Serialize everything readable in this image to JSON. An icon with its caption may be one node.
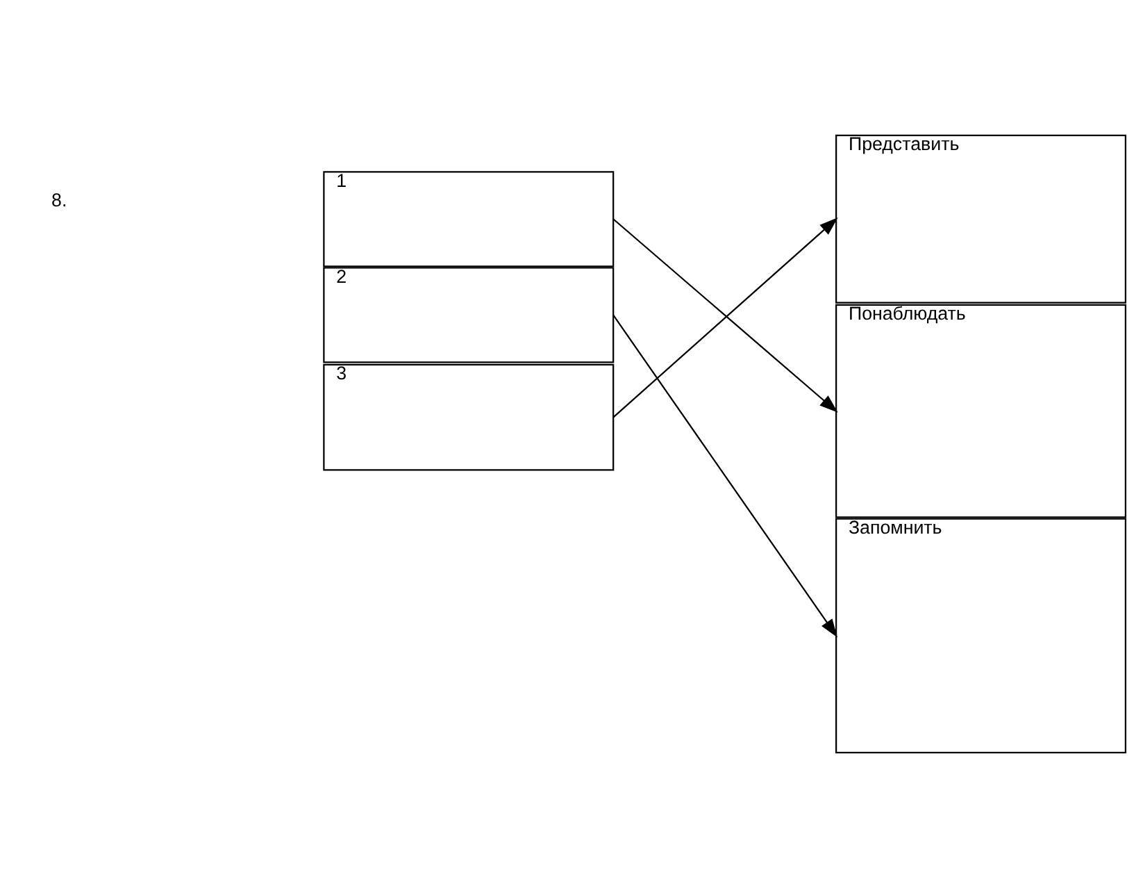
{
  "diagram": {
    "nodes": [
      {
        "text": [
          "1"
        ]
      },
      {
        "text": [
          "2"
        ]
      },
      {
        "text": [
          "3"
        ]
      },
      {
        "text": [
          "Представить"
        ]
      },
      {
        "text": [
          "Понаблюдать"
        ]
      },
      {
        "text": [
          "Запомнить"
        ]
      }
    ],
    "edges": [
      {
        "from": 0,
        "to": 4,
        "arrow": "to"
      },
      {
        "from": 1,
        "to": 5,
        "arrow": "to"
      },
      {
        "from": 2,
        "to": 3,
        "arrow": "to"
      }
    ],
    "labels": [
      "8."
    ]
  }
}
